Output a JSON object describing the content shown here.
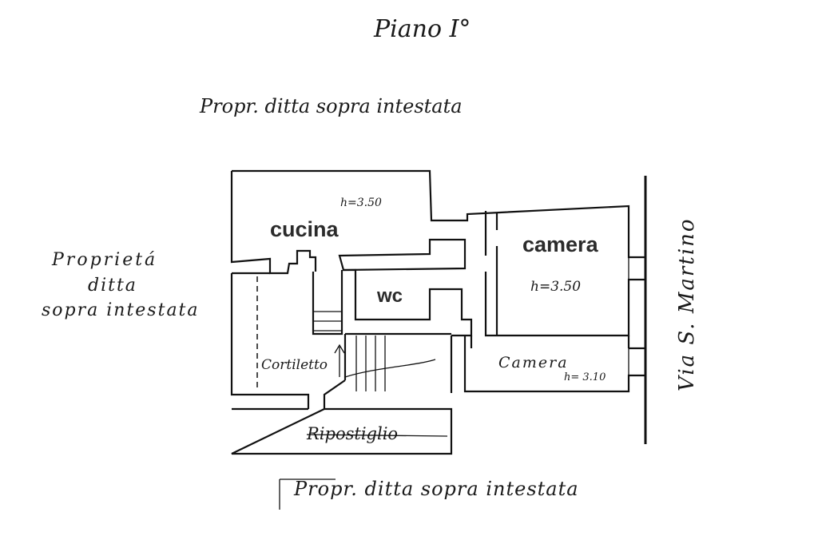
{
  "plan": {
    "title": "Piano I°",
    "top_label": "Propr. ditta sopra intestata",
    "left_label": [
      "Proprietá",
      "ditta",
      "sopra intestata"
    ],
    "bottom_label": "Propr. ditta sopra intestata",
    "street_label": "Via S. Martino",
    "rooms": {
      "cucina": {
        "name": "cucina",
        "height": "h=3.50"
      },
      "camera_1": {
        "name": "camera",
        "height": "h=3.50"
      },
      "wc": {
        "name": "wc"
      },
      "camera_2": {
        "name": "Camera",
        "height": "h= 3.10"
      },
      "cortiletto": {
        "name": "Cortiletto"
      },
      "ripostiglio": {
        "name": "Ripostiglio"
      }
    }
  }
}
